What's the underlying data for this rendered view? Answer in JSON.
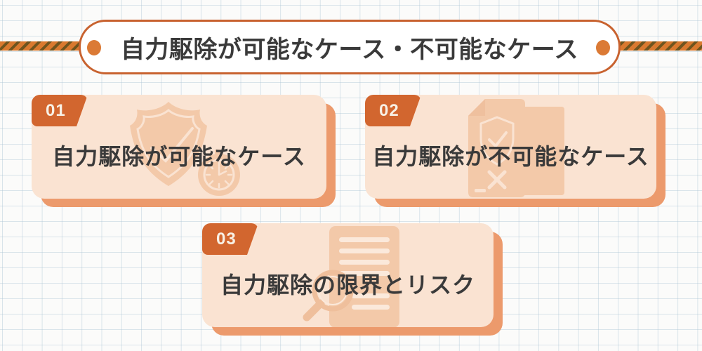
{
  "banner": {
    "title": "自力駆除が可能なケース・不可能なケース"
  },
  "cards": [
    {
      "number": "01",
      "title": "自力駆除が可能なケース",
      "icon": "shield-check-timer"
    },
    {
      "number": "02",
      "title": "自力駆除が不可能なケース",
      "icon": "document-shield-cross"
    },
    {
      "number": "03",
      "title": "自力駆除の限界とリスク",
      "icon": "document-magnifier"
    }
  ],
  "colors": {
    "accent": "#D2662F",
    "banner_border": "#C8622F",
    "card_background": "#FAE3D2",
    "card_shadow": "#EC9A6C",
    "watermark": "#F3C9A9",
    "text": "#3A3A3A",
    "rope_orange": "#D9792F",
    "rope_stripe": "#6F541E",
    "grid_line": "#D9E2E9"
  }
}
